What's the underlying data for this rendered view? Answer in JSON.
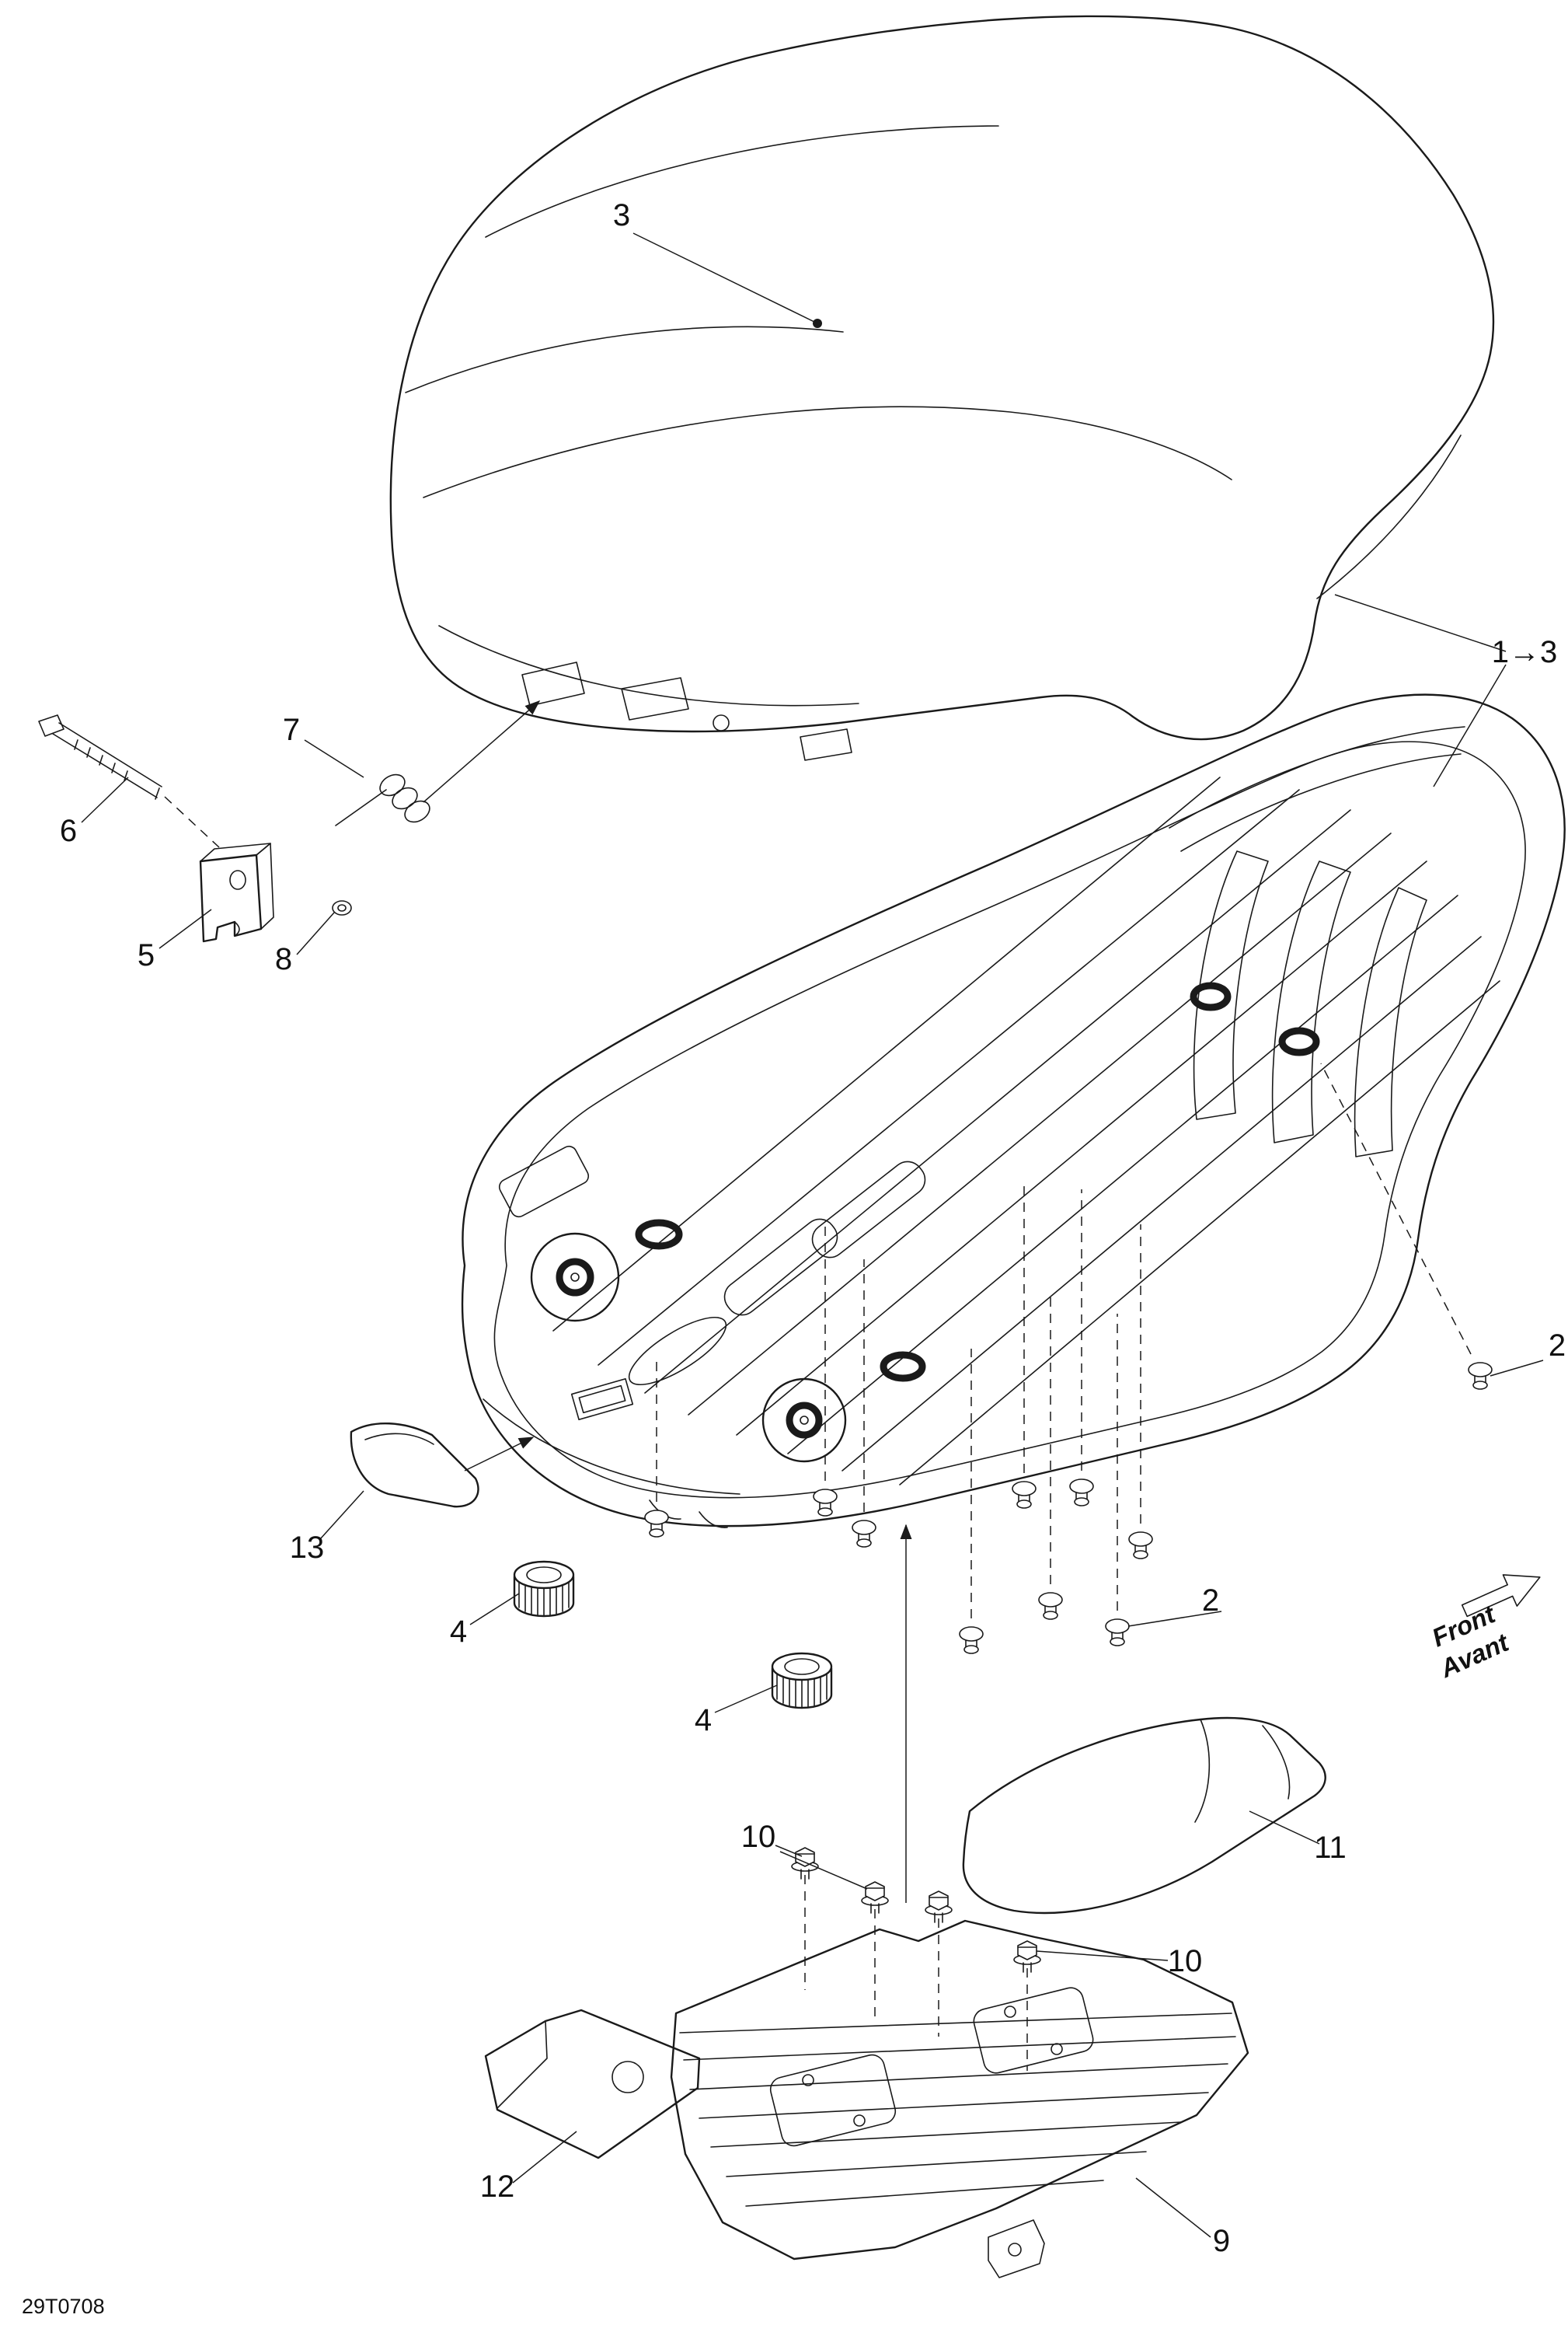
{
  "page": {
    "background": "#ffffff",
    "ink": "#1a1a1a"
  },
  "diagram": {
    "drawing_code": "29T0708",
    "front_arrow": {
      "line1": "Front",
      "line2": "Avant"
    },
    "callouts": {
      "seat": "3",
      "seat_assembly": "1→3",
      "bolt": "6",
      "spring": "7",
      "bracket": "5",
      "washer": "8",
      "cover_front_left": "13",
      "bushing_front": "4",
      "bushing_rear": "4",
      "rivet_right": "2",
      "rivet_center": "2",
      "screw_left": "10",
      "screw_right": "10",
      "side_panel": "11",
      "cover_left": "12",
      "bottom_plate": "9"
    }
  }
}
